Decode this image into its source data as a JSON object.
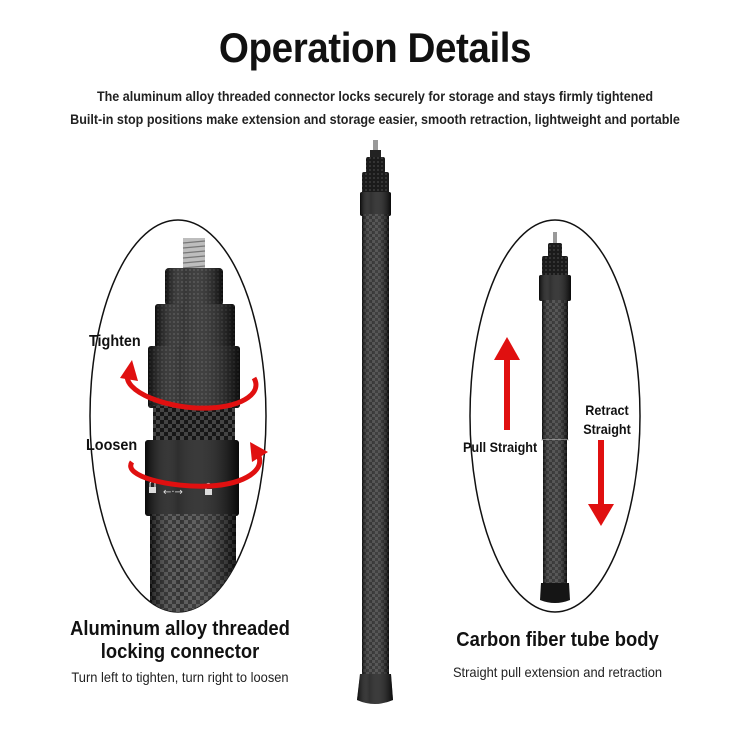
{
  "header": {
    "title": "Operation Details",
    "line1": "The aluminum alloy threaded connector locks securely for storage and stays firmly tightened",
    "line2": "Built-in stop positions make extension and storage easier, smooth retraction, lightweight and portable"
  },
  "left_panel": {
    "tighten_label": "Tighten",
    "loosen_label": "Loosen",
    "heading_line1": "Aluminum alloy threaded",
    "heading_line2": "locking connector",
    "description": "Turn left to tighten, turn right to loosen"
  },
  "right_panel": {
    "pull_label": "Pull Straight",
    "retract_line1": "Retract",
    "retract_line2": "Straight",
    "heading": "Carbon fiber tube body",
    "description": "Straight pull extension and retraction"
  },
  "colors": {
    "arrow": "#e01010",
    "tube": "#1c1c1c",
    "outline": "#111111"
  },
  "icons": [
    "lock-icon",
    "unlock-icon",
    "rotate-arrow-icon",
    "up-arrow-icon",
    "down-arrow-icon"
  ]
}
